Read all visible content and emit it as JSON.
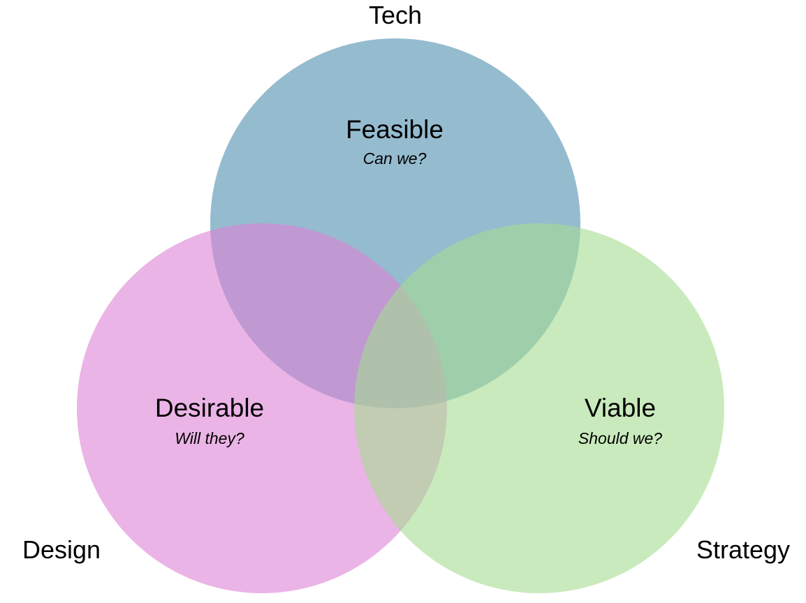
{
  "diagram": {
    "type": "venn",
    "colors": {
      "tech": "#4e8eaf",
      "design": "#de82d5",
      "strategy": "#a5dc91"
    },
    "sets": {
      "tech": {
        "label": "Tech",
        "title": "Feasible",
        "question": "Can we?"
      },
      "design": {
        "label": "Design",
        "title": "Desirable",
        "question": "Will they?"
      },
      "strategy": {
        "label": "Strategy",
        "title": "Viable",
        "question": "Should we?"
      }
    }
  }
}
